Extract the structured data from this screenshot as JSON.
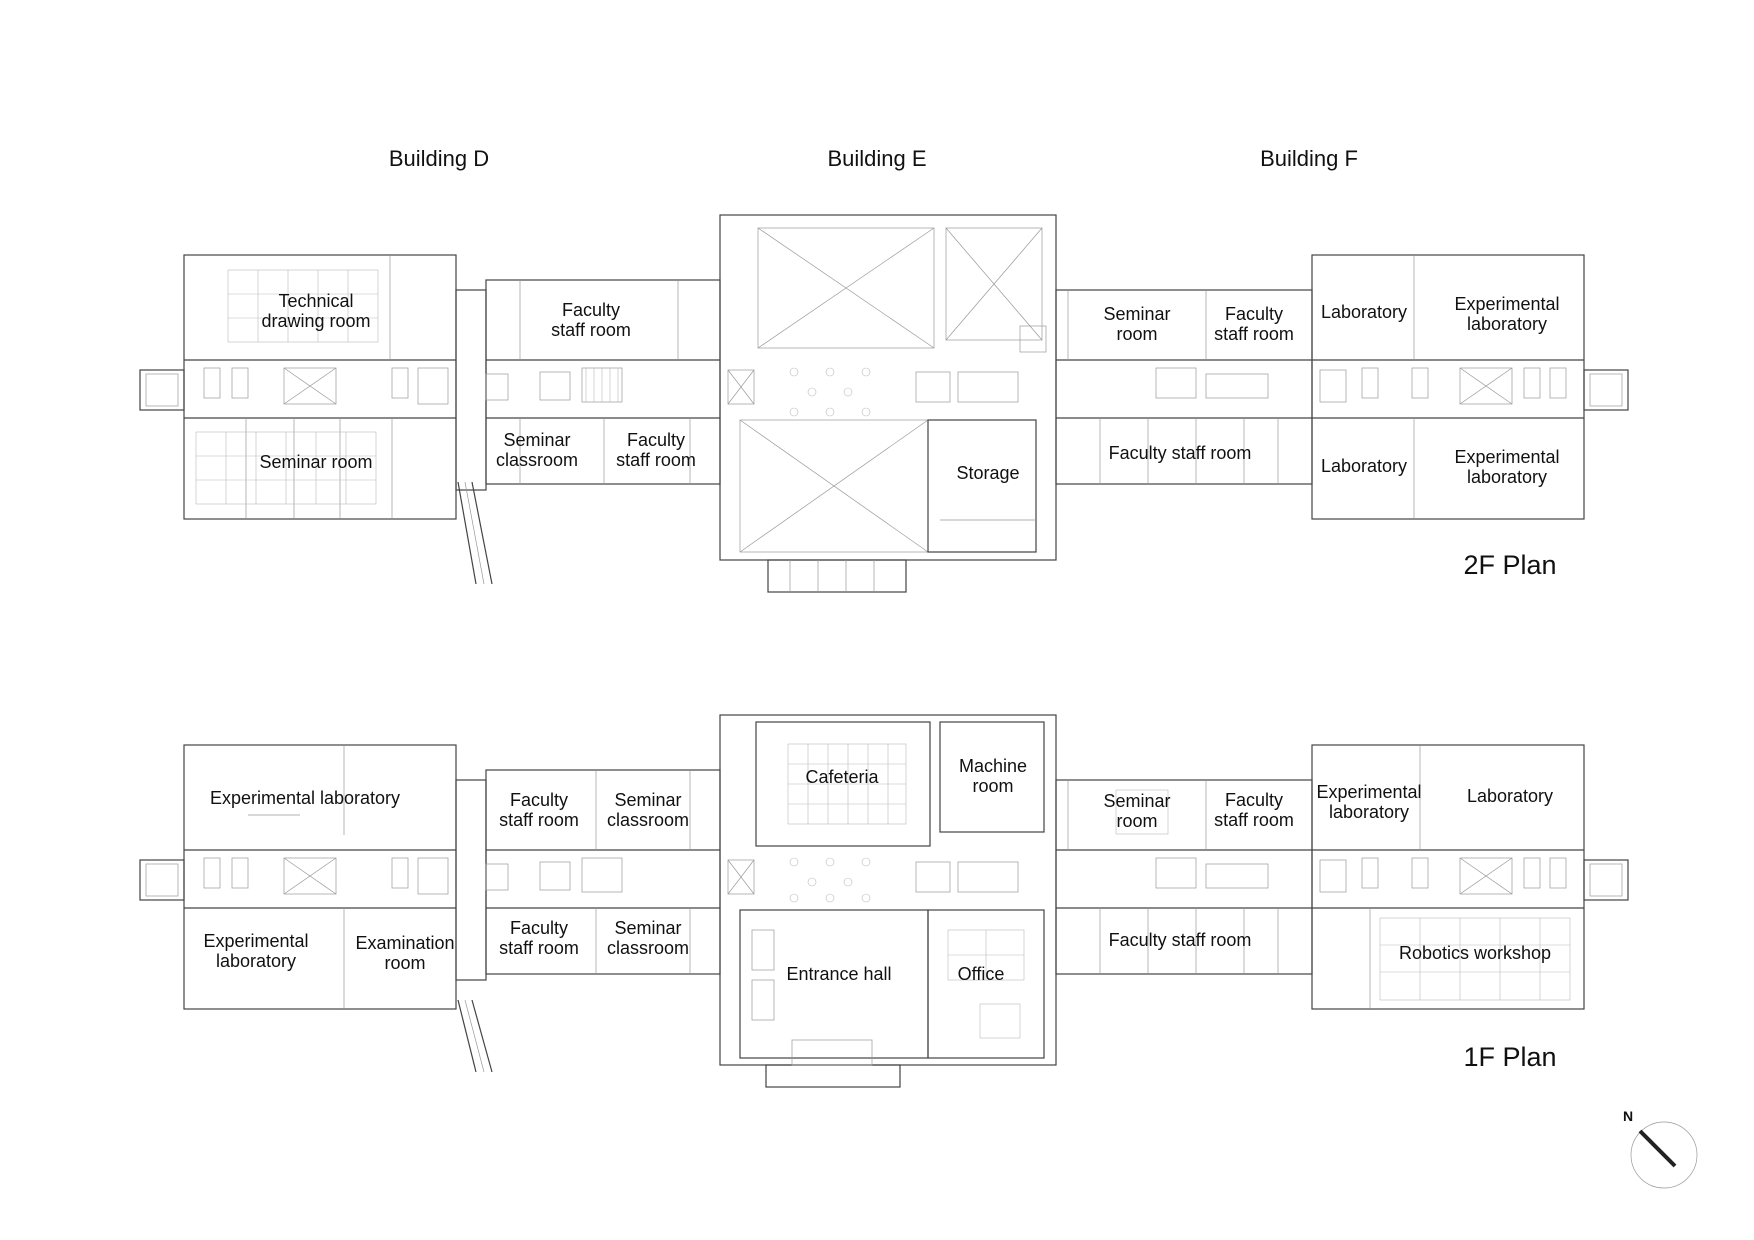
{
  "buildings": [
    "Building D",
    "Building E",
    "Building F"
  ],
  "plans": {
    "second_floor": {
      "title": "2F Plan",
      "rooms": [
        [
          "Technical",
          "drawing room"
        ],
        [
          "Faculty",
          "staff room"
        ],
        [
          "Seminar",
          "room"
        ],
        [
          "Faculty",
          "staff room"
        ],
        [
          "Laboratory"
        ],
        [
          "Experimental",
          "laboratory"
        ],
        [
          "Seminar room"
        ],
        [
          "Seminar",
          "classroom"
        ],
        [
          "Faculty",
          "staff room"
        ],
        [
          "Storage"
        ],
        [
          "Faculty staff room"
        ],
        [
          "Laboratory"
        ],
        [
          "Experimental",
          "laboratory"
        ]
      ]
    },
    "first_floor": {
      "title": "1F Plan",
      "rooms": [
        [
          "Experimental laboratory"
        ],
        [
          "Faculty",
          "staff room"
        ],
        [
          "Seminar",
          "classroom"
        ],
        [
          "Cafeteria"
        ],
        [
          "Machine",
          "room"
        ],
        [
          "Seminar",
          "room"
        ],
        [
          "Faculty",
          "staff room"
        ],
        [
          "Experimental",
          "laboratory"
        ],
        [
          "Laboratory"
        ],
        [
          "Experimental",
          "laboratory"
        ],
        [
          "Examination",
          "room"
        ],
        [
          "Faculty",
          "staff room"
        ],
        [
          "Seminar",
          "classroom"
        ],
        [
          "Entrance hall"
        ],
        [
          "Office"
        ],
        [
          "Faculty staff room"
        ],
        [
          "Robotics workshop"
        ]
      ]
    }
  },
  "north_arrow": {
    "label": "N"
  }
}
